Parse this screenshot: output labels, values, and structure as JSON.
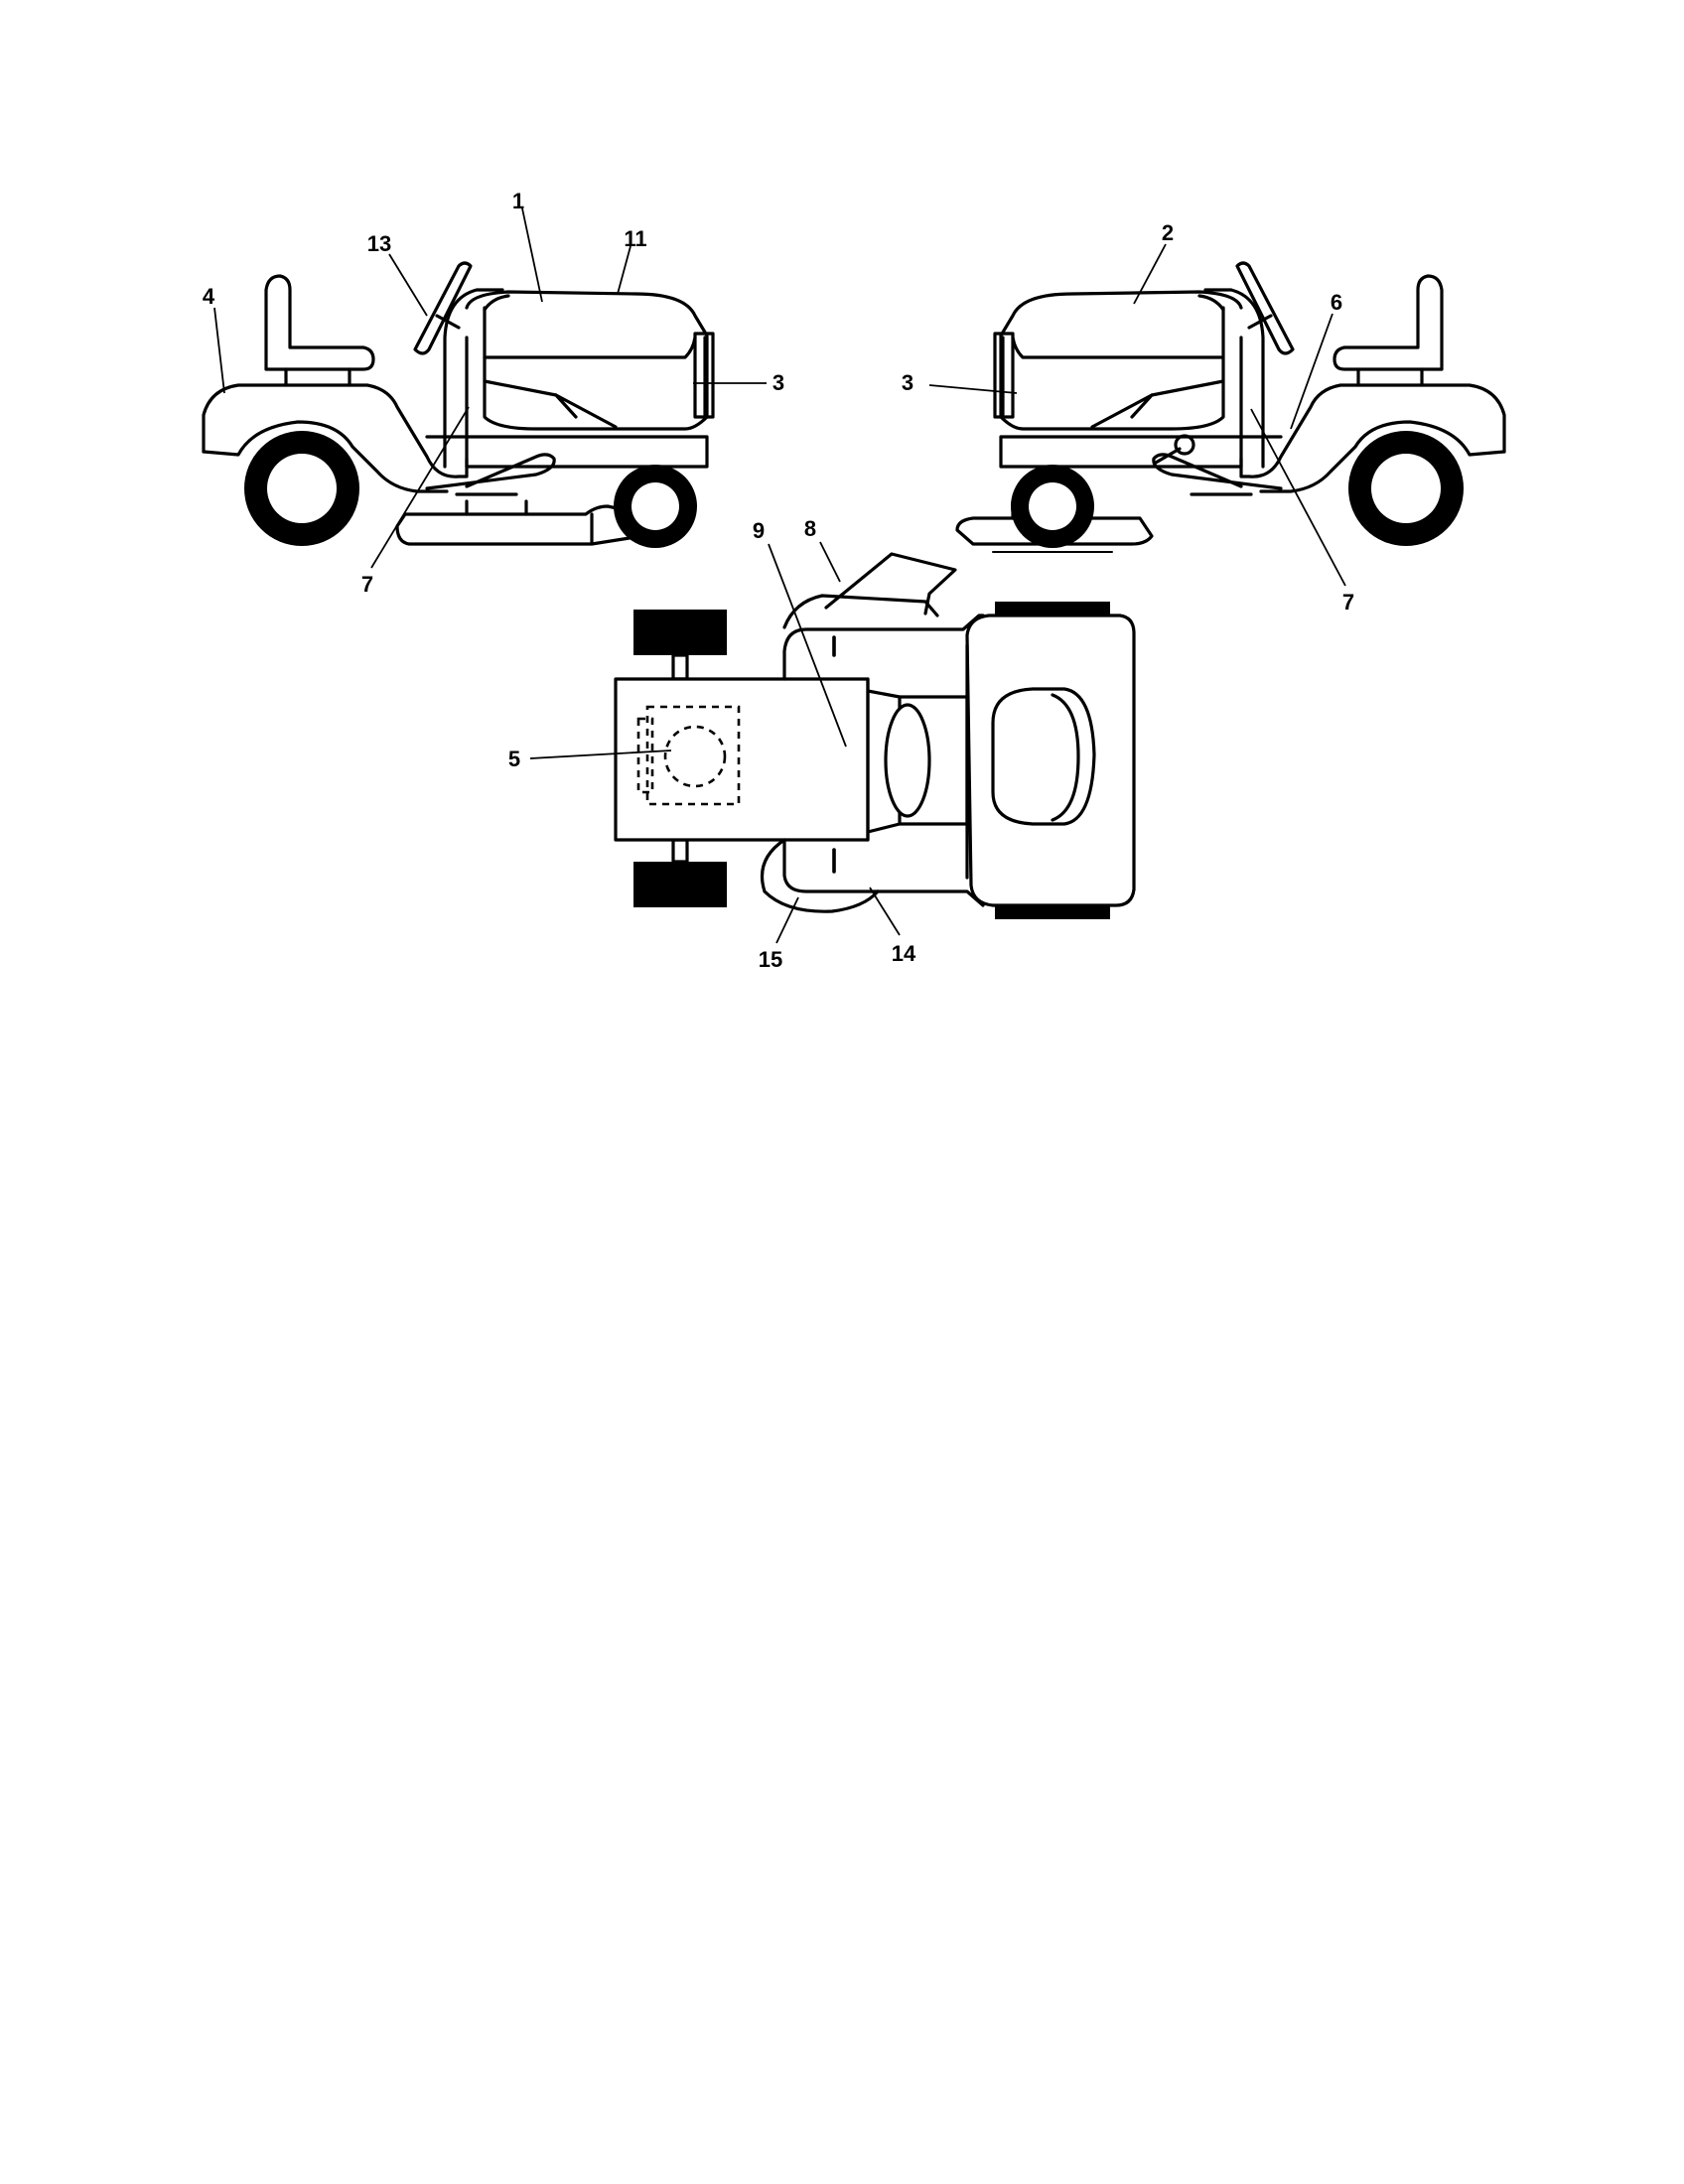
{
  "callouts": [
    {
      "id": "c1",
      "text": "1"
    },
    {
      "id": "c11",
      "text": "11"
    },
    {
      "id": "c13",
      "text": "13"
    },
    {
      "id": "c4",
      "text": "4"
    },
    {
      "id": "c3l",
      "text": "3"
    },
    {
      "id": "c7l",
      "text": "7"
    },
    {
      "id": "c2",
      "text": "2"
    },
    {
      "id": "c6",
      "text": "6"
    },
    {
      "id": "c3r",
      "text": "3"
    },
    {
      "id": "c7r",
      "text": "7"
    },
    {
      "id": "c8",
      "text": "8"
    },
    {
      "id": "c9",
      "text": "9"
    },
    {
      "id": "c5",
      "text": "5"
    },
    {
      "id": "c15",
      "text": "15"
    },
    {
      "id": "c14",
      "text": "14"
    }
  ]
}
